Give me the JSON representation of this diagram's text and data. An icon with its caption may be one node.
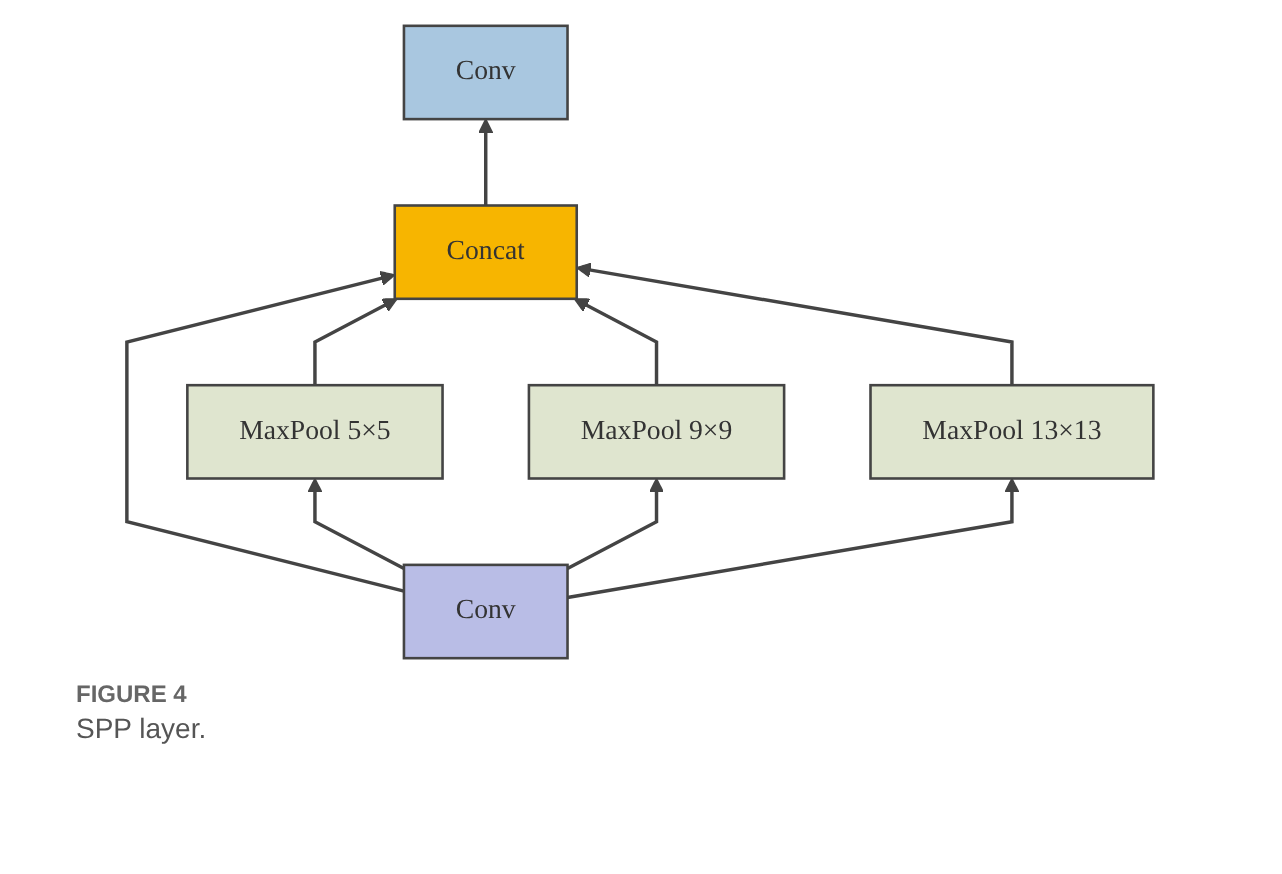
{
  "diagram": {
    "caption": "SPP layer.",
    "nodes": [
      {
        "text": [
          "Conv"
        ]
      },
      {
        "text": [
          "Concat"
        ]
      },
      {
        "text": [
          "MaxPool 5×5"
        ]
      },
      {
        "text": [
          "MaxPool 9×9"
        ]
      },
      {
        "text": [
          "MaxPool 13×13"
        ]
      },
      {
        "text": [
          "Conv"
        ]
      }
    ],
    "edges": [
      {
        "from": 5,
        "to": 2,
        "arrow": "to"
      },
      {
        "from": 5,
        "to": 3,
        "arrow": "to"
      },
      {
        "from": 5,
        "to": 4,
        "arrow": "to"
      },
      {
        "from": 5,
        "to": 1,
        "arrow": "to"
      },
      {
        "from": 2,
        "to": 1,
        "arrow": "to"
      },
      {
        "from": 3,
        "to": 1,
        "arrow": "to"
      },
      {
        "from": 4,
        "to": 1,
        "arrow": "to"
      },
      {
        "from": 1,
        "to": 0,
        "arrow": "to"
      }
    ],
    "labels": [
      "FIGURE 4"
    ]
  }
}
